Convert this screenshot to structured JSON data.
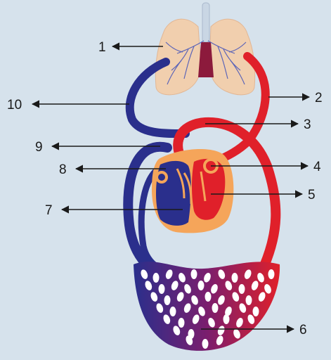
{
  "labels": {
    "l1": "1",
    "l2": "2",
    "l3": "3",
    "l4": "4",
    "l5": "5",
    "l6": "6",
    "l7": "7",
    "l8": "8",
    "l9": "9",
    "l10": "10"
  },
  "colors": {
    "background": "#d6e2ec",
    "oxygenated": "#e0202a",
    "deoxygenated": "#2a2f8c",
    "capillary_mix": "#7a1e6e",
    "lung_tissue": "#f1cfae",
    "heart_muscle": "#f5a55a",
    "arrow": "#1a1a1a"
  },
  "icons": {
    "lungs": "lungs-icon",
    "heart": "heart-icon",
    "capillaries": "capillary-bed-icon"
  }
}
